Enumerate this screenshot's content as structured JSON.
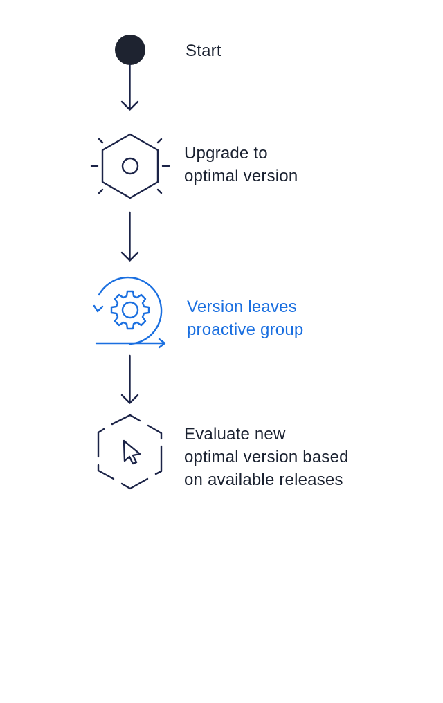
{
  "colors": {
    "navy": "#1b2347",
    "accent": "#1a6fe0",
    "start_dot": "#1e2330",
    "text": "#1a2130"
  },
  "steps": [
    {
      "icon": "start-dot-icon",
      "lines": [
        "Start"
      ],
      "highlighted": false
    },
    {
      "icon": "hexagon-sun-icon",
      "lines": [
        "Upgrade to",
        "optimal version"
      ],
      "highlighted": false
    },
    {
      "icon": "gear-cycle-icon",
      "lines": [
        "Version leaves",
        "proactive group"
      ],
      "highlighted": true
    },
    {
      "icon": "dashed-hexagon-cursor-icon",
      "lines": [
        "Evaluate new",
        "optimal version based",
        "on available releases"
      ],
      "highlighted": false
    }
  ]
}
